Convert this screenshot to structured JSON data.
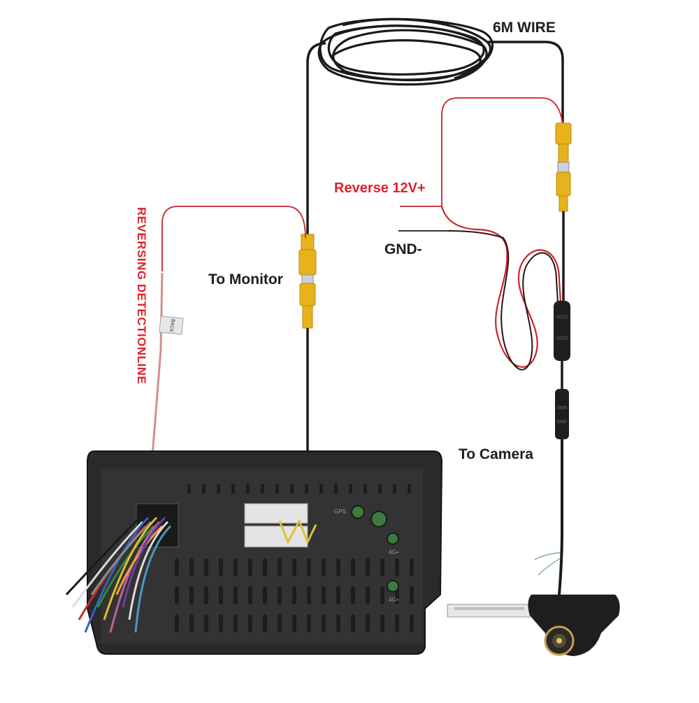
{
  "labels": {
    "six_m_wire": "6M WIRE",
    "reverse_12v": "Reverse 12V+",
    "gnd": "GND-",
    "to_monitor": "To Monitor",
    "to_camera": "To Camera",
    "reversing_detection_line": "REVERSING DETECTIONLINE"
  },
  "small_text": {
    "tag_back": "BACK",
    "port_gps": "GPS",
    "port_4g_1": "4G+",
    "port_4g_2": "4G+"
  },
  "colors": {
    "cable_black": "#1a1a1a",
    "wire_red": "#c8242a",
    "rca_yellow": "#e8b21c",
    "label_red": "#e0202a",
    "unit_body": "#2a2a2a"
  }
}
